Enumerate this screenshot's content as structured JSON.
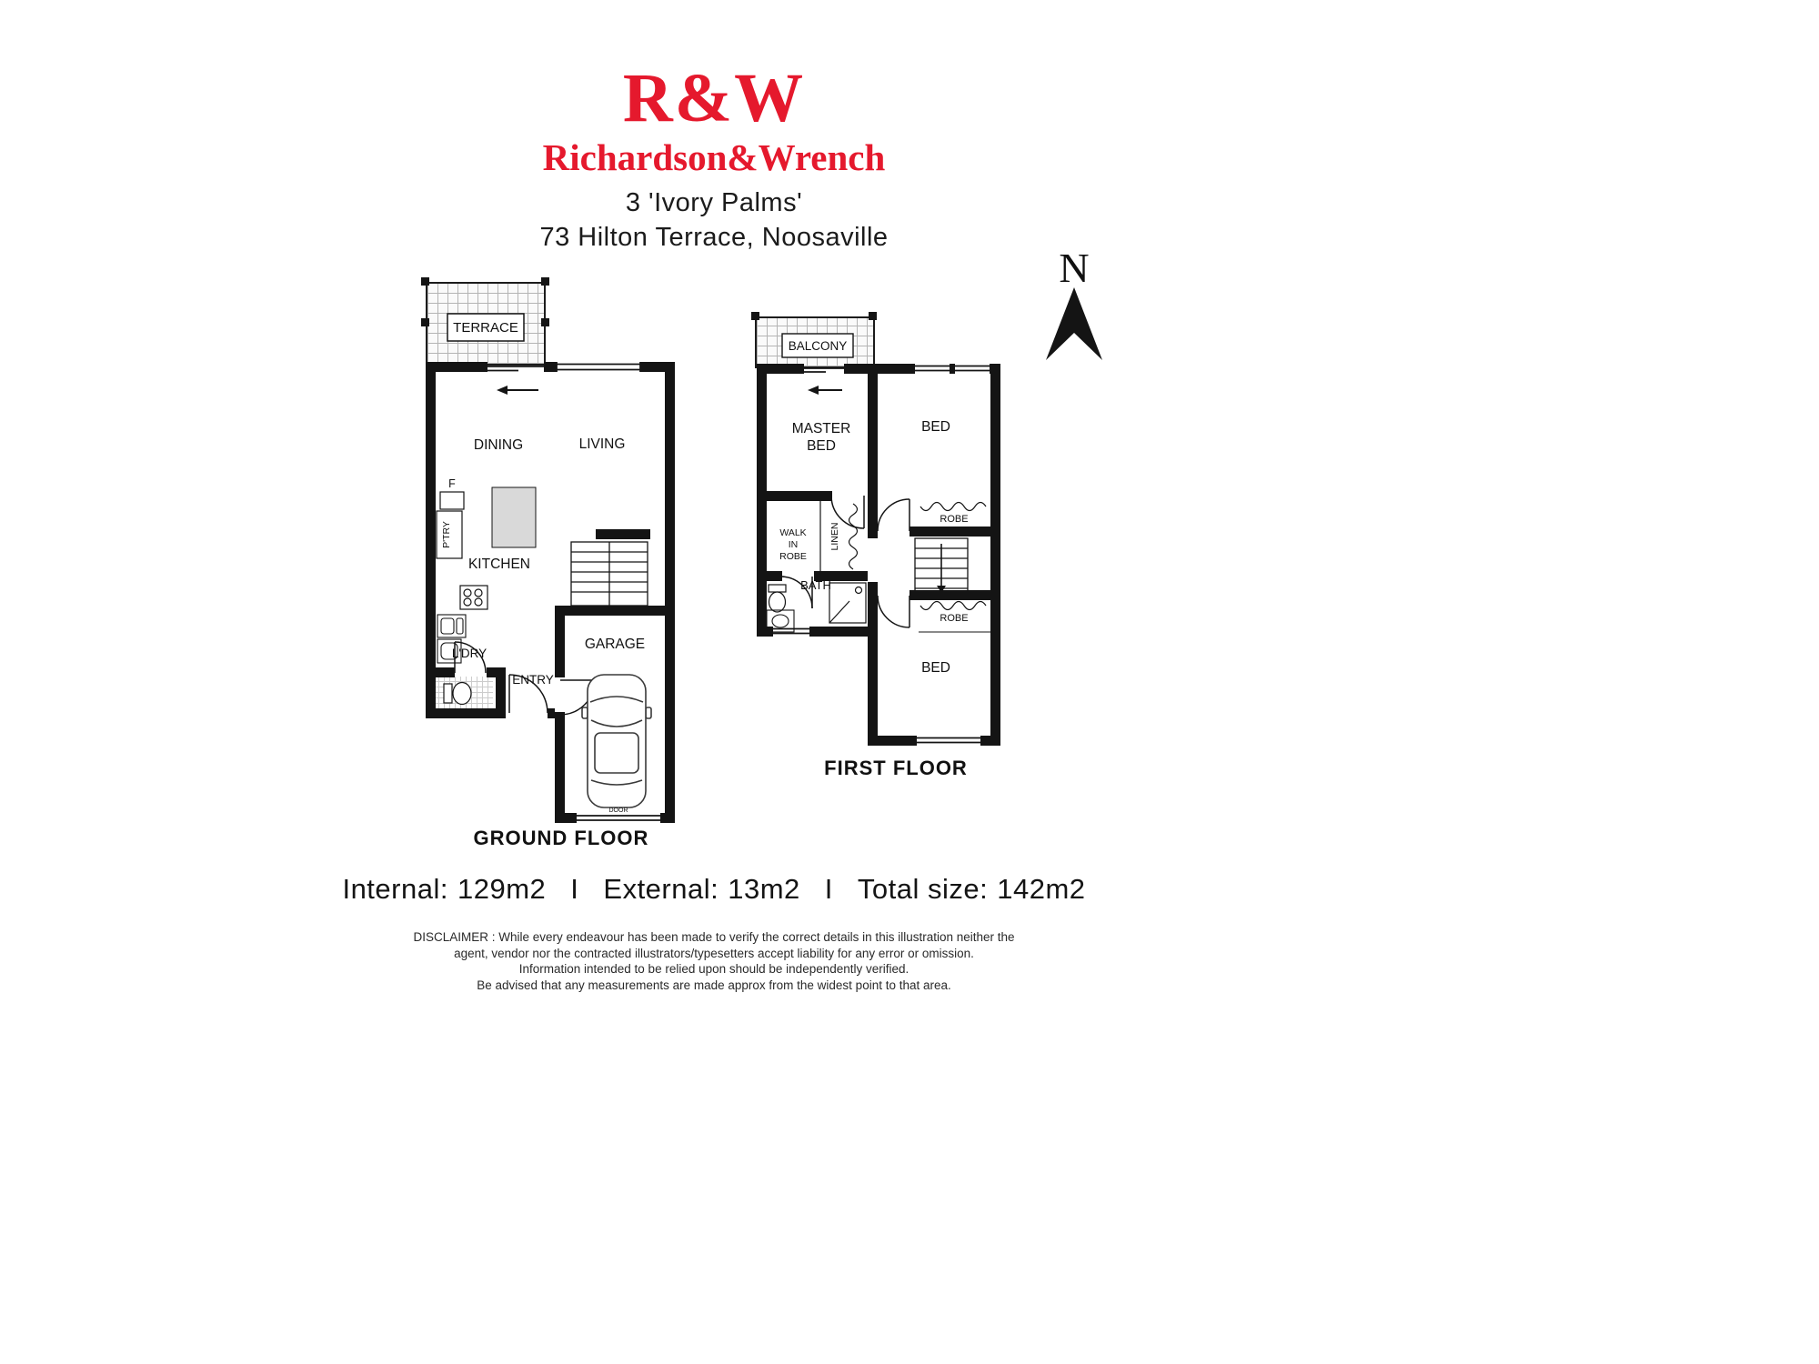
{
  "header": {
    "logo": "R&W",
    "brand": "Richardson&Wrench",
    "address_line1": "3 'Ivory Palms'",
    "address_line2": "73 Hilton Terrace, Noosaville"
  },
  "compass": {
    "north": "N"
  },
  "ground_floor": {
    "title": "GROUND FLOOR",
    "labels": {
      "terrace": "TERRACE",
      "dining": "DINING",
      "living": "LIVING",
      "fridge": "F",
      "pantry": "P'TRY",
      "kitchen": "KITCHEN",
      "laundry": "L'DRY",
      "entry": "ENTRY",
      "garage": "GARAGE",
      "garage_door": "DOOR"
    }
  },
  "first_floor": {
    "title": "FIRST FLOOR",
    "labels": {
      "balcony": "BALCONY",
      "master_bed_line1": "MASTER",
      "master_bed_line2": "BED",
      "bed_top": "BED",
      "walk_in_robe_line1": "WALK",
      "walk_in_robe_line2": "IN",
      "walk_in_robe_line3": "ROBE",
      "linen": "LINEN",
      "robe_top": "ROBE",
      "bath": "BATH",
      "robe_bottom": "ROBE",
      "bed_bottom": "BED"
    }
  },
  "summary": {
    "items": [
      {
        "label": "Internal:",
        "value": "129m2"
      },
      {
        "label": "External:",
        "value": "13m2"
      },
      {
        "label": "Total size:",
        "value": "142m2"
      }
    ],
    "separator": "I"
  },
  "disclaimer": {
    "lines": [
      "DISCLAIMER : While every endeavour has been made to verify the correct details in this illustration neither the",
      "agent, vendor nor the contracted illustrators/typesetters accept liability for any error or omission.",
      "Information intended to be relied upon should be independently verified.",
      "Be advised that any measurements are made approx from the widest point to that area."
    ]
  }
}
